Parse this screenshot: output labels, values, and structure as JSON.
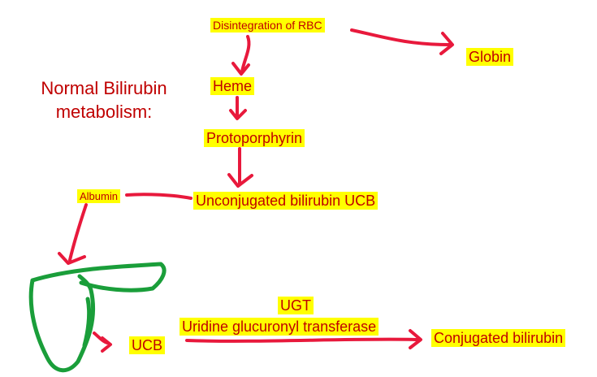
{
  "diagram": {
    "title_line1": "Normal Bilirubin",
    "title_line2": "metabolism:",
    "nodes": {
      "rbc": "Disintegration of RBC",
      "globin": "Globin",
      "heme": "Heme",
      "protoporphyrin": "Protoporphyrin",
      "ucb_full": "Unconjugated bilirubin UCB",
      "albumin": "Albumin",
      "ucb": "UCB",
      "ugt": "UGT",
      "enzyme": "Uridine glucuronyl transferase",
      "conjugated": "Conjugated bilirubin"
    },
    "colors": {
      "text": "#c00000",
      "highlight": "#ffff00",
      "arrow": "#e8193c",
      "liver": "#1a9e3a"
    },
    "icons": [
      "liver-outline"
    ]
  }
}
